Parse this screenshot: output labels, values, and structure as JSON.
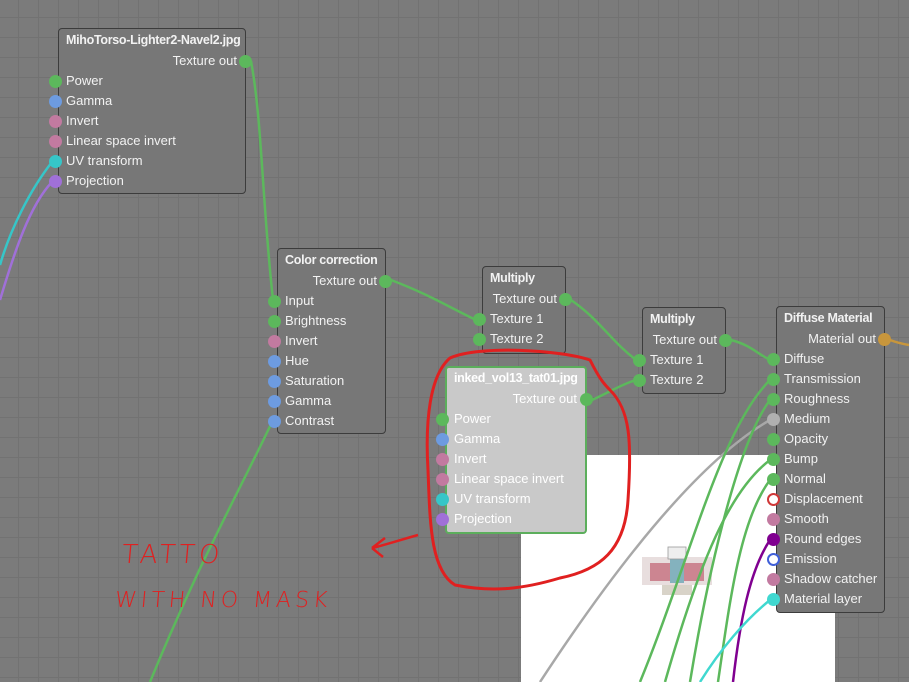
{
  "nodes": [
    {
      "id": "miho",
      "title": "MihoTorso-Lighter2-Navel2.jpg",
      "output": {
        "label": "Texture out",
        "color": "#5cb85c"
      },
      "inputs": [
        {
          "label": "Power",
          "color": "#5cb85c"
        },
        {
          "label": "Gamma",
          "color": "#6d9be0"
        },
        {
          "label": "Invert",
          "color": "#c27aa0"
        },
        {
          "label": "Linear space invert",
          "color": "#c27aa0"
        },
        {
          "label": "UV transform",
          "color": "#36c6c8"
        },
        {
          "label": "Projection",
          "color": "#a070d8"
        }
      ]
    },
    {
      "id": "colorcorr",
      "title": "Color correction",
      "output": {
        "label": "Texture out",
        "color": "#5cb85c"
      },
      "inputs": [
        {
          "label": "Input",
          "color": "#5cb85c"
        },
        {
          "label": "Brightness",
          "color": "#5cb85c"
        },
        {
          "label": "Invert",
          "color": "#c27aa0"
        },
        {
          "label": "Hue",
          "color": "#6d9be0"
        },
        {
          "label": "Saturation",
          "color": "#6d9be0"
        },
        {
          "label": "Gamma",
          "color": "#6d9be0"
        },
        {
          "label": "Contrast",
          "color": "#6d9be0"
        }
      ]
    },
    {
      "id": "mult1",
      "title": "Multiply",
      "output": {
        "label": "Texture out",
        "color": "#5cb85c"
      },
      "inputs": [
        {
          "label": "Texture 1",
          "color": "#5cb85c"
        },
        {
          "label": "Texture 2",
          "color": "#5cb85c"
        }
      ]
    },
    {
      "id": "mult2",
      "title": "Multiply",
      "output": {
        "label": "Texture out",
        "color": "#5cb85c"
      },
      "inputs": [
        {
          "label": "Texture 1",
          "color": "#5cb85c"
        },
        {
          "label": "Texture 2",
          "color": "#5cb85c"
        }
      ]
    },
    {
      "id": "diffuse",
      "title": "Diffuse Material",
      "output": {
        "label": "Material out",
        "color": "#c8963c"
      },
      "inputs": [
        {
          "label": "Diffuse",
          "color": "#5cb85c"
        },
        {
          "label": "Transmission",
          "color": "#5cb85c"
        },
        {
          "label": "Roughness",
          "color": "#5cb85c"
        },
        {
          "label": "Medium",
          "color": "#b0b0b0"
        },
        {
          "label": "Opacity",
          "color": "#5cb85c"
        },
        {
          "label": "Bump",
          "color": "#5cb85c"
        },
        {
          "label": "Normal",
          "color": "#5cb85c"
        },
        {
          "label": "Displacement",
          "color": "ring:#d03838"
        },
        {
          "label": "Smooth",
          "color": "#c27aa0"
        },
        {
          "label": "Round edges",
          "color": "#800090"
        },
        {
          "label": "Emission",
          "color": "ring:#4060d8"
        },
        {
          "label": "Shadow catcher",
          "color": "#c27aa0"
        },
        {
          "label": "Material layer",
          "color": "#40d8d0"
        }
      ]
    },
    {
      "id": "inked",
      "title": "inked_vol13_tat01.jpg",
      "selected": true,
      "output": {
        "label": "Texture out",
        "color": "#5cb85c"
      },
      "inputs": [
        {
          "label": "Power",
          "color": "#5cb85c"
        },
        {
          "label": "Gamma",
          "color": "#6d9be0"
        },
        {
          "label": "Invert",
          "color": "#c27aa0"
        },
        {
          "label": "Linear space invert",
          "color": "#c27aa0"
        },
        {
          "label": "UV transform",
          "color": "#36c6c8"
        },
        {
          "label": "Projection",
          "color": "#a070d8"
        }
      ]
    }
  ],
  "annotation": {
    "line1": "TATTO",
    "line2": "WITH NO MASK",
    "color": "#e02020"
  }
}
